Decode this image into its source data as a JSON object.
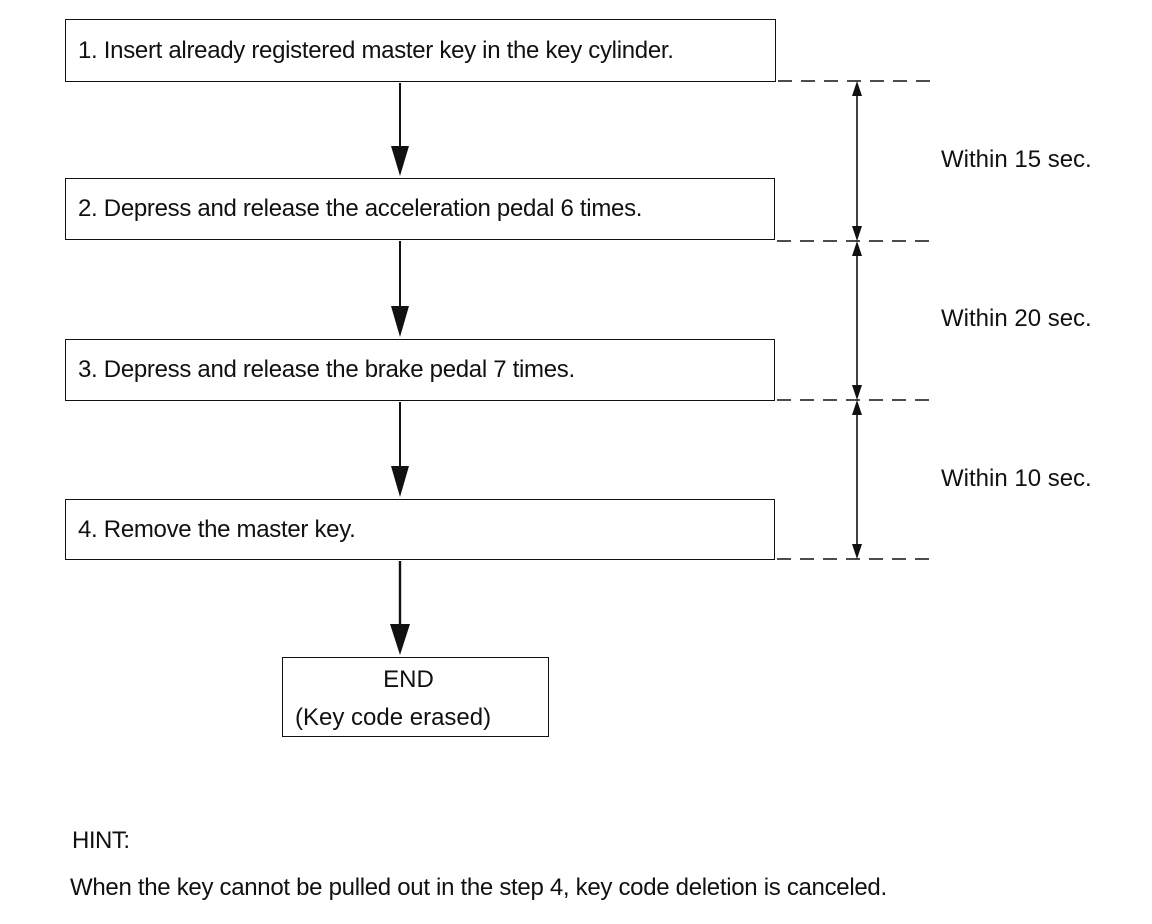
{
  "steps": [
    {
      "label": "1. Insert already registered master key in the key cylinder."
    },
    {
      "label": "2. Depress and release the acceleration pedal 6 times."
    },
    {
      "label": "3. Depress and release the brake pedal 7 times."
    },
    {
      "label": "4. Remove the master key."
    }
  ],
  "end": {
    "title": "END",
    "subtitle": "(Key code erased)"
  },
  "intervals": [
    {
      "label": "Within 15 sec."
    },
    {
      "label": "Within 20 sec."
    },
    {
      "label": "Within 10 sec."
    }
  ],
  "hint": {
    "label": "HINT:",
    "text": "When the key cannot be pulled out in the step 4, key code deletion is canceled."
  },
  "colors": {
    "line": "#111111",
    "background": "#ffffff"
  }
}
